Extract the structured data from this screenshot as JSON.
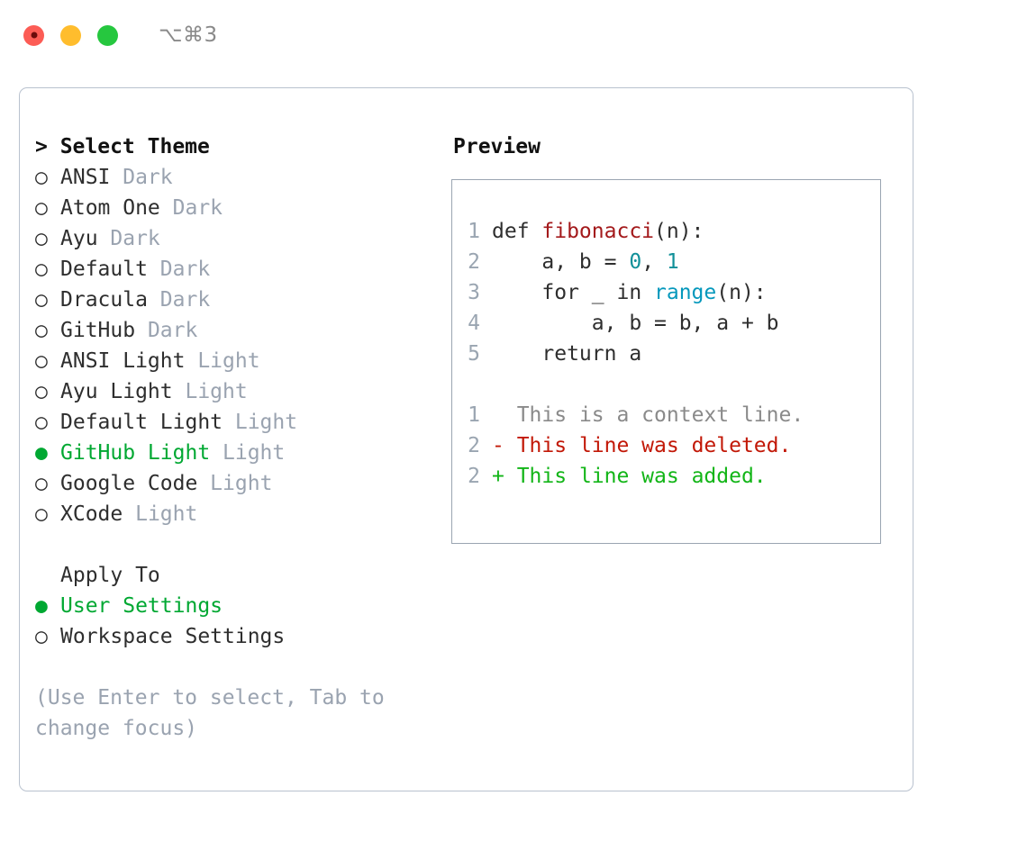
{
  "titlebar": {
    "shortcut": "⌥⌘3",
    "buttons": [
      {
        "name": "close",
        "color": "#fc5c55"
      },
      {
        "name": "minimize",
        "color": "#ffbd2d"
      },
      {
        "name": "zoom",
        "color": "#26c73f"
      }
    ]
  },
  "theme_selector": {
    "heading": "> Select Theme",
    "selected_bullet": "●",
    "unselected_bullet": "○",
    "items": [
      {
        "name": "ANSI",
        "variant": "Dark",
        "selected": false
      },
      {
        "name": "Atom One",
        "variant": "Dark",
        "selected": false
      },
      {
        "name": "Ayu",
        "variant": "Dark",
        "selected": false
      },
      {
        "name": "Default",
        "variant": "Dark",
        "selected": false
      },
      {
        "name": "Dracula",
        "variant": "Dark",
        "selected": false
      },
      {
        "name": "GitHub",
        "variant": "Dark",
        "selected": false
      },
      {
        "name": "ANSI Light",
        "variant": "Light",
        "selected": false
      },
      {
        "name": "Ayu Light",
        "variant": "Light",
        "selected": false
      },
      {
        "name": "Default Light",
        "variant": "Light",
        "selected": false
      },
      {
        "name": "GitHub Light",
        "variant": "Light",
        "selected": true
      },
      {
        "name": "Google Code",
        "variant": "Light",
        "selected": false
      },
      {
        "name": "XCode",
        "variant": "Light",
        "selected": false
      }
    ]
  },
  "apply_to": {
    "heading": "Apply To",
    "options": [
      {
        "label": "User Settings",
        "selected": true
      },
      {
        "label": "Workspace Settings",
        "selected": false
      }
    ]
  },
  "hint": "(Use Enter to select, Tab to change focus)",
  "preview": {
    "title": "Preview",
    "code_lines": [
      {
        "no": "1",
        "tokens": [
          {
            "t": "def ",
            "c": "plain"
          },
          {
            "t": "fibonacci",
            "c": "fn"
          },
          {
            "t": "(n):",
            "c": "plain"
          }
        ]
      },
      {
        "no": "2",
        "tokens": [
          {
            "t": "    a, b = ",
            "c": "plain"
          },
          {
            "t": "0",
            "c": "num"
          },
          {
            "t": ", ",
            "c": "plain"
          },
          {
            "t": "1",
            "c": "num"
          }
        ]
      },
      {
        "no": "3",
        "tokens": [
          {
            "t": "    for _ in ",
            "c": "plain"
          },
          {
            "t": "range",
            "c": "bi"
          },
          {
            "t": "(n):",
            "c": "plain"
          }
        ]
      },
      {
        "no": "4",
        "tokens": [
          {
            "t": "        a, b = b, a + b",
            "c": "plain"
          }
        ]
      },
      {
        "no": "5",
        "tokens": [
          {
            "t": "    return a",
            "c": "plain"
          }
        ]
      }
    ],
    "diff_lines": [
      {
        "no": "1",
        "marker": " ",
        "text": "This is a context line.",
        "kind": "ctx"
      },
      {
        "no": "2",
        "marker": "-",
        "text": "This line was deleted.",
        "kind": "del"
      },
      {
        "no": "2",
        "marker": "+",
        "text": "This line was added.",
        "kind": "add"
      }
    ]
  },
  "colors": {
    "accent_green": "#00a832",
    "muted": "#9aa3b0",
    "border": "#b9c2cf",
    "preview_border": "#9aa5b1",
    "syntax_function": "#a3191b",
    "syntax_number": "#119099",
    "syntax_builtin": "#0598bc",
    "diff_deleted": "#c21807",
    "diff_added": "#12b517"
  }
}
